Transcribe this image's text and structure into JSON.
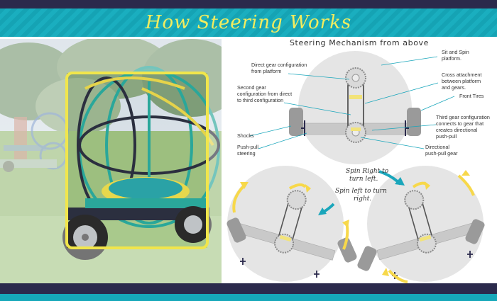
{
  "title": "How Steering Works",
  "diagram": {
    "heading": "Steering Mechanism from above",
    "labels": {
      "direct_gear": [
        "Direct gear configuration",
        "from platform"
      ],
      "second_gear": [
        "Second gear",
        "configuration from direct",
        "to third configuration"
      ],
      "shocks": "Shocks",
      "push_pull": [
        "Push-pull",
        "steering"
      ],
      "sit_spin": [
        "Sit and Spin",
        "platform."
      ],
      "cross_attach": [
        "Cross attachment",
        "between platform",
        "and gears."
      ],
      "front_tires": "Front Tires",
      "third_gear": [
        "Third gear configuration",
        "connects to gear that",
        "creates directional",
        "push-pull"
      ],
      "directional": [
        "Directional",
        "push-pull gear"
      ],
      "spin_right": [
        "Spin Right to",
        "turn left."
      ],
      "spin_left": [
        "Spin left to turn",
        "right."
      ]
    }
  },
  "colors": {
    "banner": "#15a3b4",
    "title": "#f3ec5e",
    "dark_bar": "#2b2a4c",
    "frame": "#f1e64b",
    "play_teal": "#2aa79a",
    "arrow_yellow": "#f7d84a",
    "arrow_blue": "#1aa6bb"
  }
}
